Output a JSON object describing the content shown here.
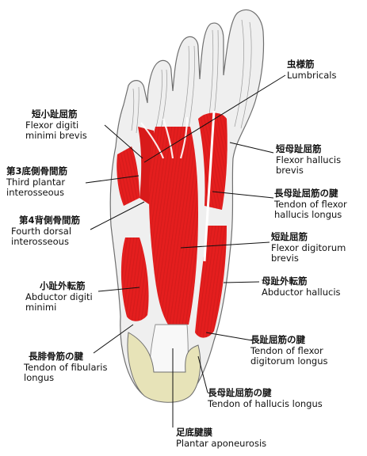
{
  "labels": {
    "lumbricals": {
      "jp": "虫様筋",
      "en": [
        "Lumbricals"
      ]
    },
    "fdmb": {
      "jp": "短小趾屈筋",
      "en": [
        "Flexor digiti",
        "minimi brevis"
      ]
    },
    "fhb": {
      "jp": "短母趾屈筋",
      "en": [
        "Flexor hallucis",
        "brevis"
      ]
    },
    "third_plantar": {
      "jp": "第3底側骨間筋",
      "en": [
        "Third plantar",
        "interosseous"
      ]
    },
    "tfhl_upper": {
      "jp": "長母趾屈筋の腱",
      "en": [
        "Tendon of flexor",
        "hallucis longus"
      ]
    },
    "fourth_dorsal": {
      "jp": "第4背側骨間筋",
      "en": [
        "Fourth dorsal",
        "interosseous"
      ]
    },
    "fdb": {
      "jp": "短趾屈筋",
      "en": [
        "Flexor digitorum",
        "brevis"
      ]
    },
    "adm": {
      "jp": "小趾外転筋",
      "en": [
        "Abductor digiti",
        "minimi"
      ]
    },
    "ah": {
      "jp": "母趾外転筋",
      "en": [
        "Abductor hallucis"
      ]
    },
    "tfdl": {
      "jp": "長趾屈筋の腱",
      "en": [
        "Tendon of flexor",
        "digitorum longus"
      ]
    },
    "tfl": {
      "jp": "長腓骨筋の腱",
      "en": [
        "Tendon of fibularis",
        "longus"
      ]
    },
    "thl": {
      "jp": "長母趾屈筋の腱",
      "en": [
        "Tendon of hallucis longus"
      ]
    },
    "pa": {
      "jp": "足底腱膜",
      "en": [
        "Plantar aponeurosis"
      ]
    }
  },
  "colors": {
    "muscle": "#e41e1e",
    "muscle_dark": "#b81414",
    "skin": "#efefef",
    "outline": "#6f6f6f",
    "bone": "#e7e3b8",
    "aponeurosis": "#f8f8f8"
  }
}
